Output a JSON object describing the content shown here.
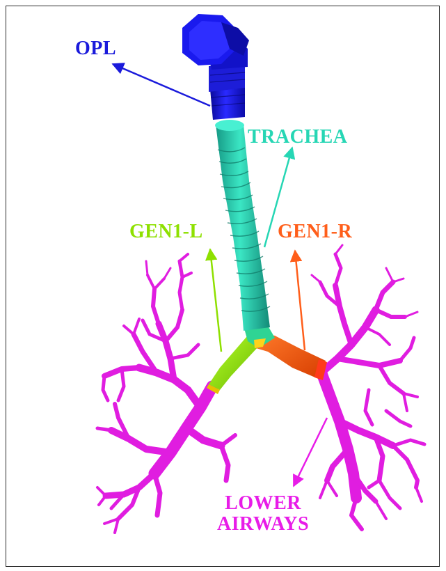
{
  "labels": {
    "opl": "OPL",
    "trachea": "TRACHEA",
    "gen1_left": "GEN1-L",
    "gen1_right": "GEN1-R",
    "lower_airways_line1": "LOWER",
    "lower_airways_line2": "AIRWAYS"
  },
  "colors": {
    "opl": "#1a1adb",
    "trachea": "#26d6b4",
    "gen1_left": "#8ee000",
    "gen1_right": "#ff5e1a",
    "lower_airways": "#e81ce8",
    "frame": "#2a2a2a"
  }
}
